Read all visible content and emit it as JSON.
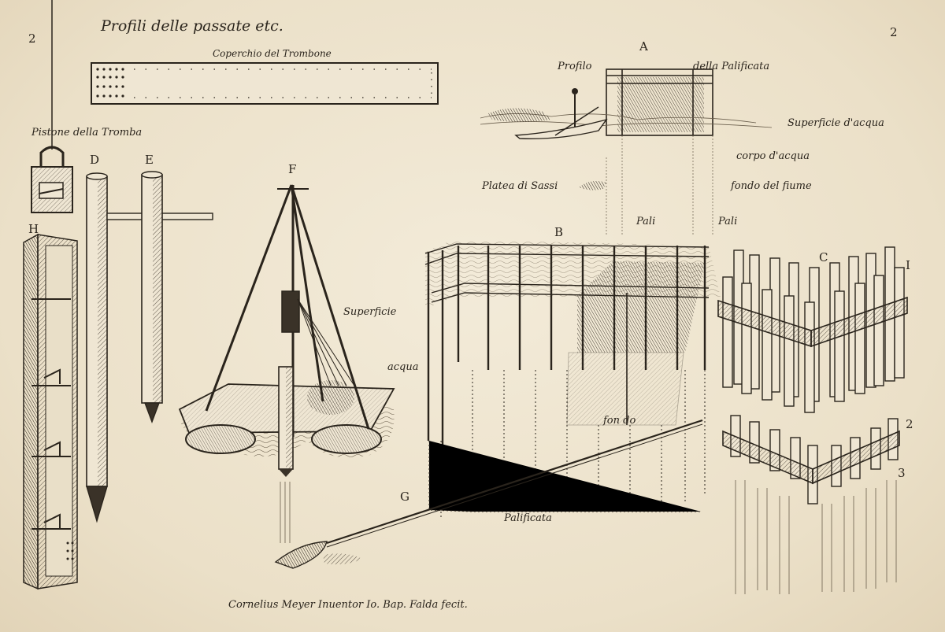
{
  "plate": {
    "title": "Profili delle passate etc.",
    "page_number_left": "2",
    "page_number_right": "2",
    "credit": "Cornelius Meyer Inuentor Io. Bap. Falda fecit."
  },
  "labels": {
    "coperchio": "Coperchio del Trombone",
    "pistone": "Pistone della Tromba",
    "profilo": "Profilo",
    "palificata_title": "della Palificata",
    "superficie_acqua": "Superficie d'acqua",
    "corpo_acqua": "corpo d'acqua",
    "platea": "Platea di Sassi",
    "fondo_fiume": "fondo del fiume",
    "pali_1": "Pali",
    "pali_2": "Pali",
    "superficie": "Superficie",
    "acqua": "acqua",
    "fondo": "fon do",
    "palificata": "Palificata"
  },
  "letters": {
    "A": "A",
    "B": "B",
    "C": "C",
    "D": "D",
    "E": "E",
    "F": "F",
    "G": "G",
    "H": "H",
    "I": "I",
    "n2": "2",
    "n3": "3"
  },
  "colors": {
    "ink": "#2a241c",
    "paper": "#efe6d3"
  }
}
